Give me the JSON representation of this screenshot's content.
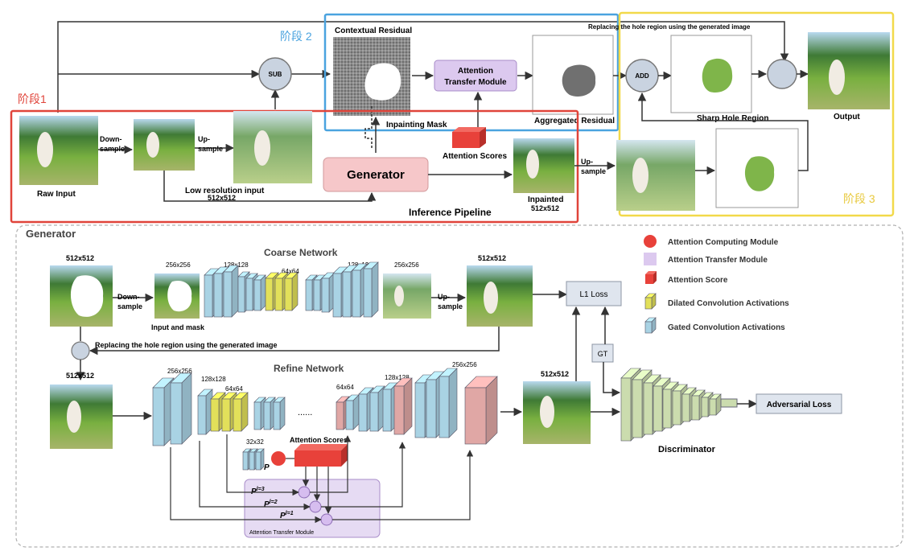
{
  "stages": {
    "stage1": "阶段1",
    "stage2": "阶段 2",
    "stage3": "阶段 3"
  },
  "top": {
    "contextual_residual": "Contextual Residual",
    "replacing_top": "Replacing the hole region using the generated image",
    "sub": "SUB",
    "add": "ADD",
    "attention_transfer_line1": "Attention",
    "attention_transfer_line2": "Transfer Module",
    "inpainting_mask": "Inpainting Mask",
    "aggregated_residual": "Aggregated Residual",
    "sharp_hole_region": "Sharp Hole Region",
    "output": "Output",
    "raw_input": "Raw Input",
    "down_sample_1": "Down-",
    "down_sample_2": "sample",
    "up_sample_1": "Up-",
    "up_sample_2": "sample",
    "low_resolution_input": "Low resolution input",
    "res_512_a": "512x512",
    "generator": "Generator",
    "attention_scores": "Attention Scores",
    "inpainted": "Inpainted",
    "res_512_b": "512x512",
    "up_sample_b_1": "Up-",
    "up_sample_b_2": "sample",
    "inference_pipeline": "Inference Pipeline"
  },
  "generator": {
    "title": "Generator",
    "coarse_network": "Coarse Network",
    "refine_network": "Refine Network",
    "res_512_1": "512x512",
    "res_256_1": "256x256",
    "res_128_1": "128x128",
    "res_64_1": "64x64",
    "res_128_2": "128x128",
    "res_256_2": "256x256",
    "res_512_2": "512x512",
    "down_sample_1": "Down-",
    "down_sample_2": "sample",
    "input_and_mask": "Input and mask",
    "up_sample_1": "Up-",
    "up_sample_2": "sample",
    "replacing": "Replacing the hole region using the generated image",
    "res_512_3": "512x512",
    "res_256_3": "256x256",
    "res_128_3": "128x128",
    "res_64_3": "64x64",
    "dots": "......",
    "res_64_4": "64x64",
    "res_128_4": "128x128",
    "res_256_4": "256x256",
    "res_32": "32x32",
    "p": "P",
    "attention_scores": "Attention Scores",
    "p3": "P",
    "p3_sup": "l=3",
    "p2": "P",
    "p2_sup": "l=2",
    "p1": "P",
    "p1_sup": "l=1",
    "attention_transfer_module": "Attention Transfer Module",
    "res_512_5": "512x512",
    "l1_loss": "L1 Loss",
    "gt": "GT",
    "adversarial_loss": "Adversarial Loss",
    "discriminator": "Discriminator"
  },
  "legend": [
    {
      "label": "Attention Computing Module",
      "icon": "red-circle",
      "color": "#e8413a"
    },
    {
      "label": "Attention Transfer Module",
      "icon": "lavender-square",
      "color": "#dcc9ef"
    },
    {
      "label": "Attention Score",
      "icon": "red-cube",
      "color": "#e8413a"
    },
    {
      "label": "Dilated Convolution Activations",
      "icon": "yellow-layer",
      "color": "#e2e05a"
    },
    {
      "label": "Gated Convolution Activations",
      "icon": "blue-layer",
      "color": "#a9d3e4"
    }
  ],
  "colors": {
    "stage1": "#e0443a",
    "stage2": "#4aa3df",
    "stage3": "#f2d94a",
    "gated": "#a9d3e4",
    "dilated": "#e2e05a",
    "refine_pink": "#e0a7a5",
    "attention_red": "#e8413a",
    "transfer_lavender": "#dcc9ef",
    "generator_pink": "#f6c7c9",
    "disc_green": "#cbdcae"
  }
}
